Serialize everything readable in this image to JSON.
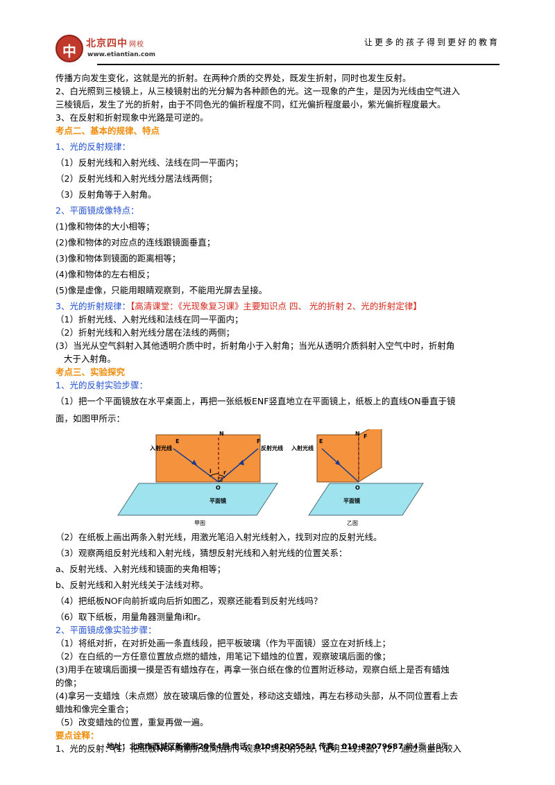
{
  "header": {
    "logo_text": "北京四中",
    "logo_sub": "网校",
    "logo_url": "www.etiantian.com",
    "slogan": "让更多的孩子得到更好的教育"
  },
  "content": {
    "l1": "传播方向发生变化，这就是光的折射。在两种介质的交界处，既发生折射，同时也发生反射。",
    "l2": "2、白光照到三棱镜上，从三棱镜射出的光分解为各种颜色的光。这一现象的产生，是因为光线由空气进入",
    "l3": "三棱镜后，发生了光的折射，由于不同色光的偏折程度不同，红光偏折程度最小，紫光偏折程度最大。",
    "l4": "3、在反射和折射现象中光路是可逆的。",
    "s2_title": "考点二、基本的规律、特点",
    "s2_1": "1、光的反射规律：",
    "s2_1a": "（1）反射光线和入射光线、法线在同一平面内；",
    "s2_1b": "（2）反射光线和入射光线分居法线两侧；",
    "s2_1c": "（3）反射角等于入射角。",
    "s2_2": "2、平面镜成像特点：",
    "s2_2a": "(1)像和物体的大小相等；",
    "s2_2b": "(2)像和物体的对应点的连线跟镜面垂直；",
    "s2_2c": "(3)像和物体到镜面的距离相等；",
    "s2_2d": "(4)像和物体的左右相反；",
    "s2_2e": "(5)像是虚像，只能用眼睛观察到，不能用光屏去呈接。",
    "s2_3_blue": "3、光的折射规律：",
    "s2_3_red": "【高清课堂：《光现象复习课》主要知识点 四、 光的折射 2、光的折射定律】",
    "s2_3a": "（1）折射光线、入射光线和法线在同一平面内；",
    "s2_3b": "（2）折射光线和入射光线分居在法线的两侧；",
    "s2_3c": "(3）当光从空气斜射入其他透明介质中时，折射角小于入射角；当光从透明介质斜射入空气中时，折射角",
    "s2_3d": "大于入射角。",
    "s3_title": "考点三、实验探究",
    "s3_1": "1、光的反射实验步骤：",
    "s3_1a": "（1）把一个平面镜放在水平桌面上，再把一张纸板ENF竖直地立在平面镜上，纸板上的直线ON垂直于镜",
    "s3_1b": "面，如图甲所示：",
    "s3_1c": "（2）在纸板上画出两条入射光线，用激光笔沿入射光线射入，找到对应的反射光线。",
    "s3_1d": "（3）观察两组反射光线和入射光线，猜想反射光线和入射光线的位置关系：",
    "s3_1e": "a、反射光线、入射光线和镜面的夹角相等；",
    "s3_1f": "b、反射光线和入射光线关于法线对称。",
    "s3_1g": "（4）把纸板NOF向前折或向后折如图乙，观察还能看到反射光线吗？",
    "s3_1h": "（6）取下纸板，用量角器测量角i和r。",
    "s3_2": "2、平面镜成像实验步骤：",
    "s3_2a": "（1）将纸对折，在对折处画一条直线段，把平板玻璃（作为平面镜）竖立在对折线上；",
    "s3_2b": "（2）在白纸的一方任意位置放点燃的蜡烛，用笔记下蜡烛的位置，观察玻璃后面的像；",
    "s3_2c": "(3)用手在玻璃后面摸一摸是否有蜡烛存在，再拿一张白纸在像的位置附近移动，观察白纸上是否有蜡烛",
    "s3_2d": "的像；",
    "s3_2e": "(4)拿另一支蜡烛（未点燃）放在玻璃后像的位置处，移动这支蜡烛，再左右移动头部，从不同位置看上去",
    "s3_2f": "蜡烛和像完全重合；",
    "s3_2g": "（5）改变蜡烛的位置，重复再做一遍。",
    "s4_title": "要点诠释：",
    "s4_1": "1、光的反射：(1）把纸板NOF向前折或向后折，观察不到反射光线，证明三线共面；(2）通过测量比较入"
  },
  "figure": {
    "left": {
      "incident_label": "入射光线",
      "reflect_label": "反射光线",
      "E": "E",
      "N": "N",
      "F": "F",
      "O": "O",
      "i": "i",
      "r": "r",
      "mirror_label": "平面镜",
      "caption": "甲图"
    },
    "right": {
      "incident_label": "入射光线",
      "E": "E",
      "N": "N",
      "F": "F",
      "O": "O",
      "mirror_label": "平面镜",
      "caption": "乙图"
    },
    "colors": {
      "board": "#f5923e",
      "mirror": "#9fe3ee",
      "ray": "#1a3a8c"
    }
  },
  "footer": {
    "address_label": "地址：",
    "address": "北京市西城区新德街20号4层",
    "phone_label": "电话：",
    "phone": "010-82025511",
    "fax_label": "传真：",
    "fax": "010-82079687",
    "page": "第4页",
    "total": "共8页"
  }
}
